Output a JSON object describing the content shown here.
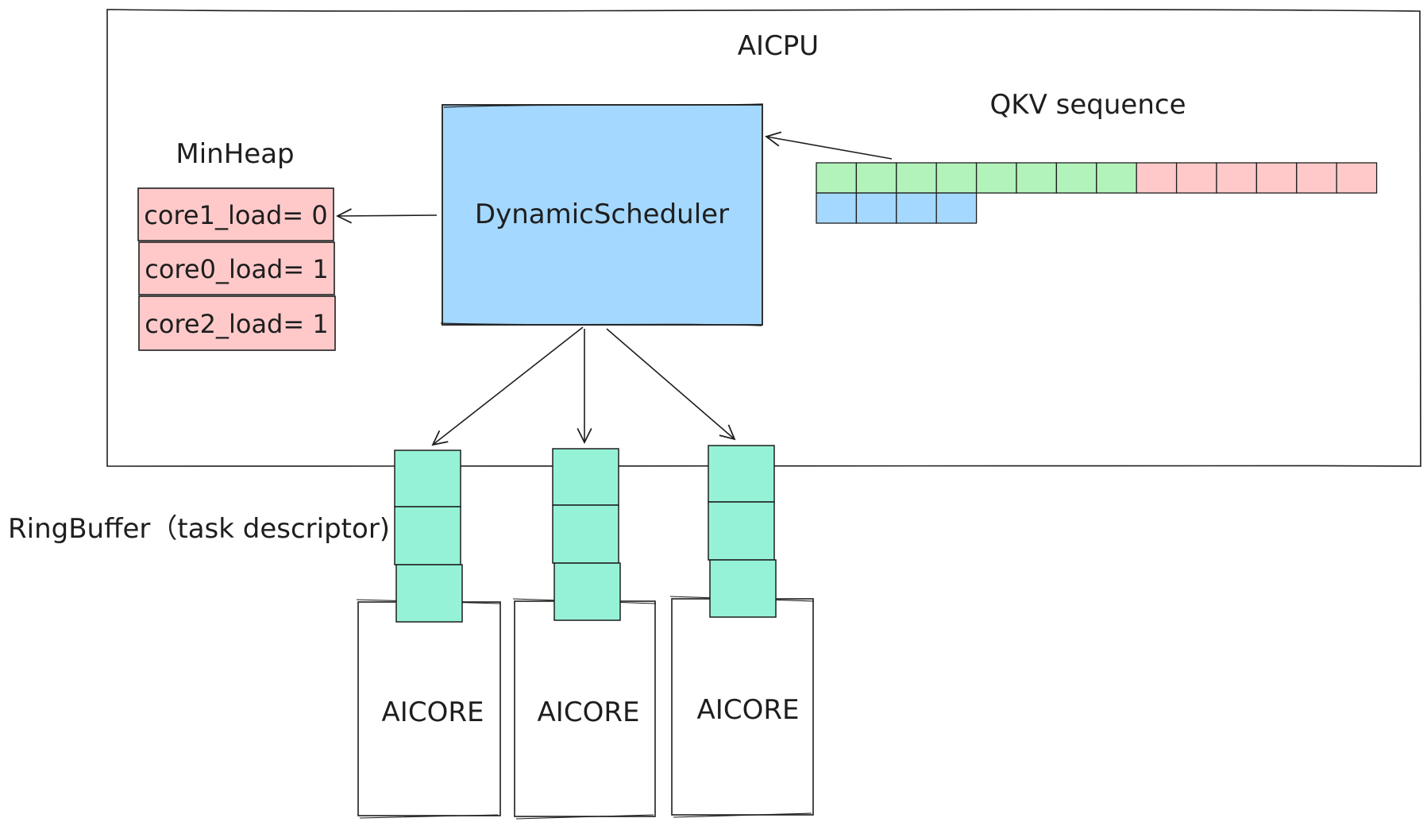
{
  "aicpu": {
    "label": "AICPU"
  },
  "minheap": {
    "title": "MinHeap",
    "entries": [
      "core1_load= 0",
      "core0_load= 1",
      "core2_load= 1"
    ],
    "color": "#ffc9c9"
  },
  "scheduler": {
    "label": "DynamicScheduler",
    "color": "#a5d8ff"
  },
  "qkv": {
    "title": "QKV sequence",
    "row1": [
      "green",
      "green",
      "green",
      "green",
      "green",
      "green",
      "green",
      "green",
      "red",
      "red",
      "red",
      "red",
      "red",
      "red"
    ],
    "row2": [
      "blue",
      "blue",
      "blue",
      "blue"
    ],
    "colors": {
      "green": "#b2f2bb",
      "red": "#ffc9c9",
      "blue": "#a5d8ff"
    }
  },
  "ringbuffer": {
    "label": "RingBuffer（task descriptor)",
    "color": "#96f2d7",
    "slots_per_core": 3
  },
  "cores": [
    {
      "label": "AICORE"
    },
    {
      "label": "AICORE"
    },
    {
      "label": "AICORE"
    }
  ]
}
